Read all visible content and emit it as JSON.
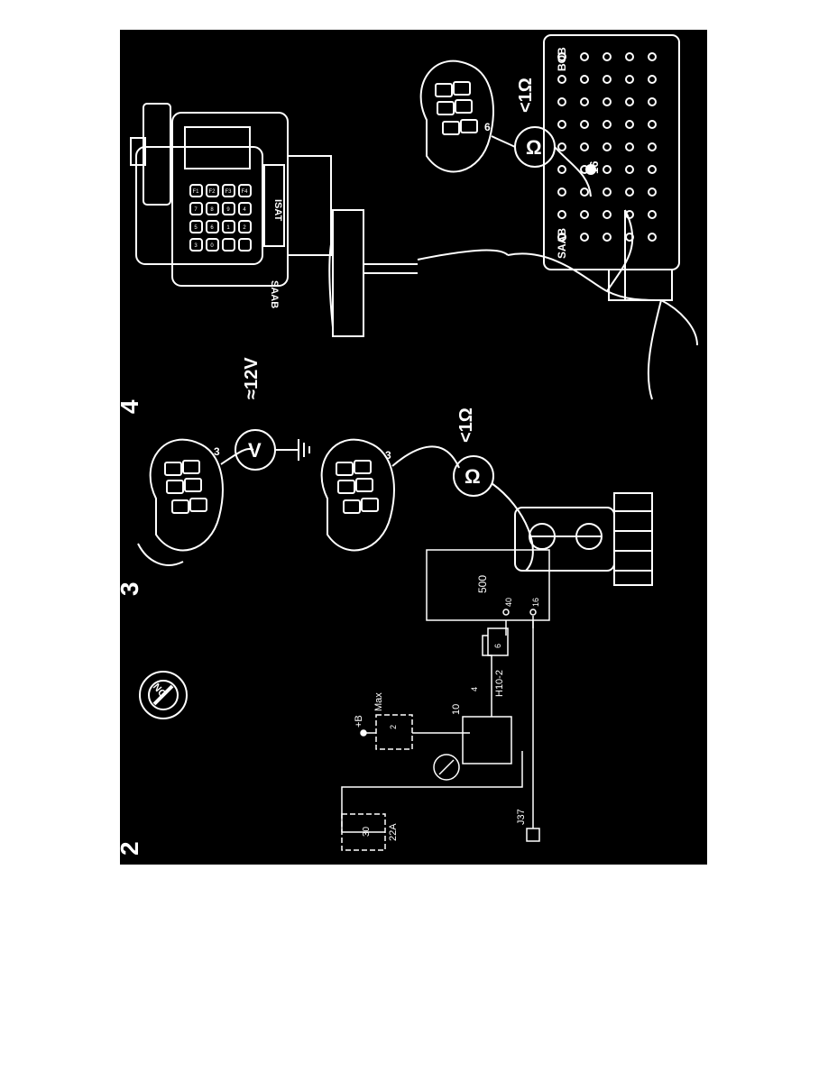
{
  "steps": {
    "step2": "2",
    "step3": "3",
    "step4": "4"
  },
  "tester": {
    "brand": "SAAB",
    "model": "ISAT",
    "keys": [
      "F1",
      "F2",
      "F3",
      "F4",
      "7",
      "8",
      "9",
      "4",
      "5",
      "6",
      "1",
      "2",
      "3",
      "0"
    ]
  },
  "ignition": {
    "label": "ON"
  },
  "measurements": {
    "voltage_symbol": "V",
    "voltage_value": "≈12V",
    "ohm_symbol": "Ω",
    "resistance_value": "<1Ω",
    "ohm_symbol_2": "Ω",
    "resistance_value_2": "<1Ω"
  },
  "connectors": {
    "pin_3a": "3",
    "pin_3b": "3",
    "pin_6": "6"
  },
  "bob": {
    "label_top": "BOB",
    "label_bottom": "SAAB",
    "pin_label": "16"
  },
  "schematic": {
    "fuse_label": "22A",
    "fuse_no": "30",
    "ground_label": "J37",
    "switch_label": "10",
    "battery_label": "+B",
    "relay_label": "Max",
    "relay_pin": "2",
    "connector_label": "H10-2",
    "connector_pin": "6",
    "pin_4": "4",
    "ecu_label": "500",
    "ecu_pin_40": "40",
    "ecu_pin_16": "16"
  },
  "colors": {
    "background": "#000000",
    "foreground": "#ffffff"
  }
}
